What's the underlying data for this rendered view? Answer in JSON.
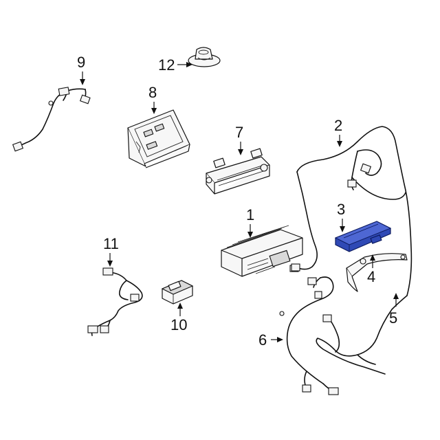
{
  "callouts": {
    "c1": "1",
    "c2": "2",
    "c3": "3",
    "c4": "4",
    "c5": "5",
    "c6": "6",
    "c7": "7",
    "c8": "8",
    "c9": "9",
    "c10": "10",
    "c11": "11",
    "c12": "12"
  },
  "colors": {
    "highlight": "#2f49b5",
    "line": "#111111",
    "background": "#ffffff"
  }
}
